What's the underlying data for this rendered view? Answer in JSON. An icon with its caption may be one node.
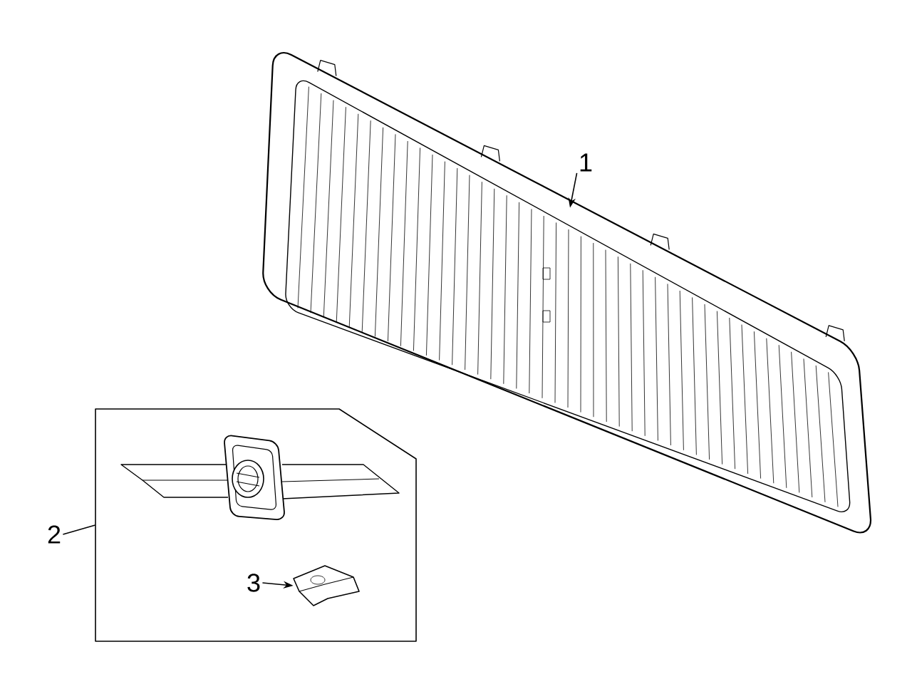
{
  "diagram": {
    "nodes": [
      {
        "text": [
          "1"
        ]
      },
      {
        "text": [],
        "shape": "picture"
      },
      {
        "text": [
          "2"
        ]
      },
      {
        "text": [],
        "shape": "box"
      },
      {
        "text": [
          "3"
        ],
        "in": 3
      },
      {
        "text": [],
        "shape": "picture",
        "in": 3
      }
    ],
    "edges": [
      {
        "from": 0,
        "to": 1,
        "arrow": "to"
      },
      {
        "from": 2,
        "to": 3,
        "arrow": "none"
      },
      {
        "from": 4,
        "to": 5,
        "arrow": "to"
      }
    ]
  }
}
